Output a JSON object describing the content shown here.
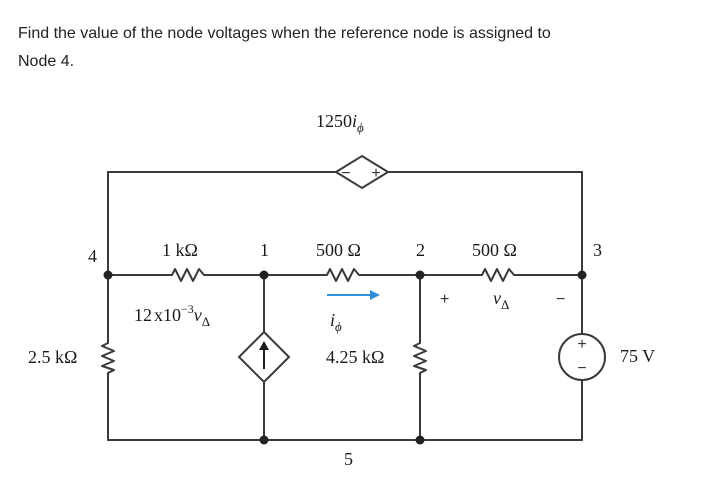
{
  "question": {
    "line1": "Find the value of the node voltages when the reference node is assigned to",
    "line2": "Node 4."
  },
  "circuit": {
    "dependent_voltage_source": {
      "coefficient": "1250",
      "variable": "i",
      "subscript": "ϕ",
      "plus": "+",
      "minus": "−"
    },
    "nodes": {
      "n1": "1",
      "n2": "2",
      "n3": "3",
      "n4": "4",
      "n5": "5"
    },
    "resistors": {
      "r_4_1": "1 kΩ",
      "r_1_2": "500 Ω",
      "r_2_3": "500 Ω",
      "r_4_5": "2.5 kΩ",
      "r_2_5": "4.25 kΩ"
    },
    "dependent_current_source": {
      "base": "12",
      "times": "x",
      "exponent": "−3",
      "variable": "v",
      "subscript": "Δ"
    },
    "current_label": {
      "variable": "i",
      "subscript": "ϕ"
    },
    "voltage_label": {
      "variable": "v",
      "subscript": "Δ",
      "plus": "+",
      "minus": "−"
    },
    "voltage_source": {
      "label": "75 V",
      "plus": "+",
      "minus": "−"
    }
  },
  "colors": {
    "wire": "#3a3a3a",
    "node": "#222222",
    "arrow": "#2f8fd6",
    "text": "#1a1a1a"
  }
}
